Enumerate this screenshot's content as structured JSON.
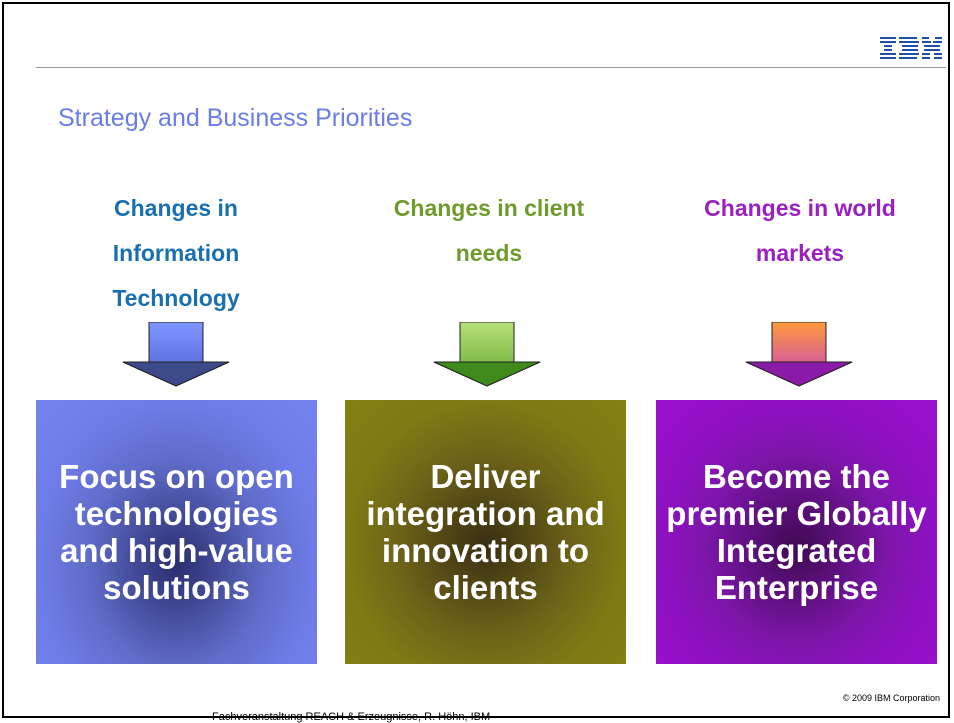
{
  "slide": {
    "logo_text": "IBM",
    "title": "Strategy and Business Priorities",
    "columns": [
      {
        "heading": "Changes in Information Technology",
        "box_text": "Focus on open technologies and high-value solutions",
        "color": "#1a6fb0"
      },
      {
        "heading": "Changes in client needs",
        "box_text": "Deliver integration and innovation to clients",
        "color": "#6f9a2c"
      },
      {
        "heading": "Changes in world markets",
        "box_text": "Become the premier Globally Integrated Enterprise",
        "color": "#9a20c0"
      }
    ],
    "footer_left": "Fachveranstaltung REACH & Erzeugnisse, R. Höhn, IBM",
    "footer_right": "© 2009 IBM Corporation"
  }
}
